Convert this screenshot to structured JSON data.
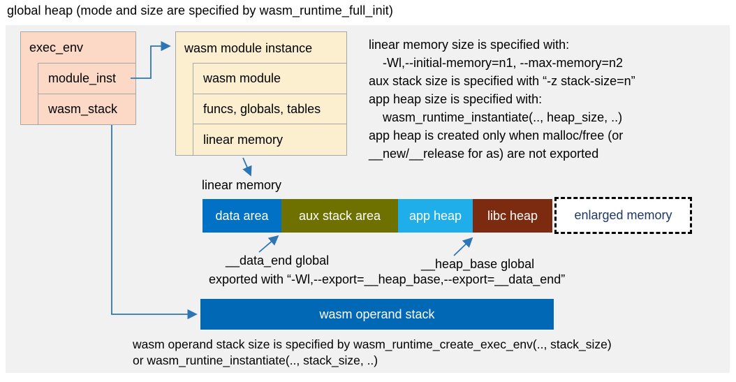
{
  "title": "global heap (mode and size are specified by wasm_runtime_full_init)",
  "exec_env": {
    "header": "exec_env",
    "fields": [
      "module_inst",
      "wasm_stack"
    ]
  },
  "module_instance": {
    "header": "wasm module instance",
    "fields": [
      "wasm module",
      "funcs, globals, tables",
      "linear memory"
    ]
  },
  "notes": {
    "lines": [
      {
        "text": "linear memory size is specified with:"
      },
      {
        "text": "-Wl,--initial-memory=n1, --max-memory=n2"
      },
      {
        "text": "aux stack size is specified with “-z stack-size=n”"
      },
      {
        "text": "app heap size is specified with:"
      },
      {
        "text": "wasm_runtime_instantiate(.., heap_size, ..)"
      },
      {
        "text": "app heap is created only when malloc/free (or"
      },
      {
        "text": "__new/__release for as) are not exported"
      }
    ]
  },
  "linear_memory": {
    "label": "linear memory",
    "segments": [
      {
        "label": "data area",
        "color": "#0071C5"
      },
      {
        "label": "aux stack area",
        "color": "#6E7100"
      },
      {
        "label": "app heap",
        "color": "#1FAEE9"
      },
      {
        "label": "libc heap",
        "color": "#7C2A10"
      }
    ],
    "enlarged": {
      "label": "enlarged memory",
      "text_color": "#1F3864"
    }
  },
  "annotations": {
    "data_end": "__data_end global",
    "heap_base": "__heap_base global",
    "exported": "exported with “-Wl,--export=__heap_base,--export=__data_end”"
  },
  "operand_stack": {
    "label": "wasm operand stack",
    "color": "#0068B5"
  },
  "footer_lines": [
    "wasm operand stack size is specified by wasm_runtime_create_exec_env(.., stack_size)",
    "or wasm_runtine_instantiate(.., stack_size, ..)"
  ],
  "colors": {
    "arrow": "#2E75B6",
    "panel_bg": "#F1F1F2",
    "exec_env_fill": "#FBD9C6",
    "instance_fill": "#FCEFD0",
    "box_border": "#A6A6A6"
  }
}
